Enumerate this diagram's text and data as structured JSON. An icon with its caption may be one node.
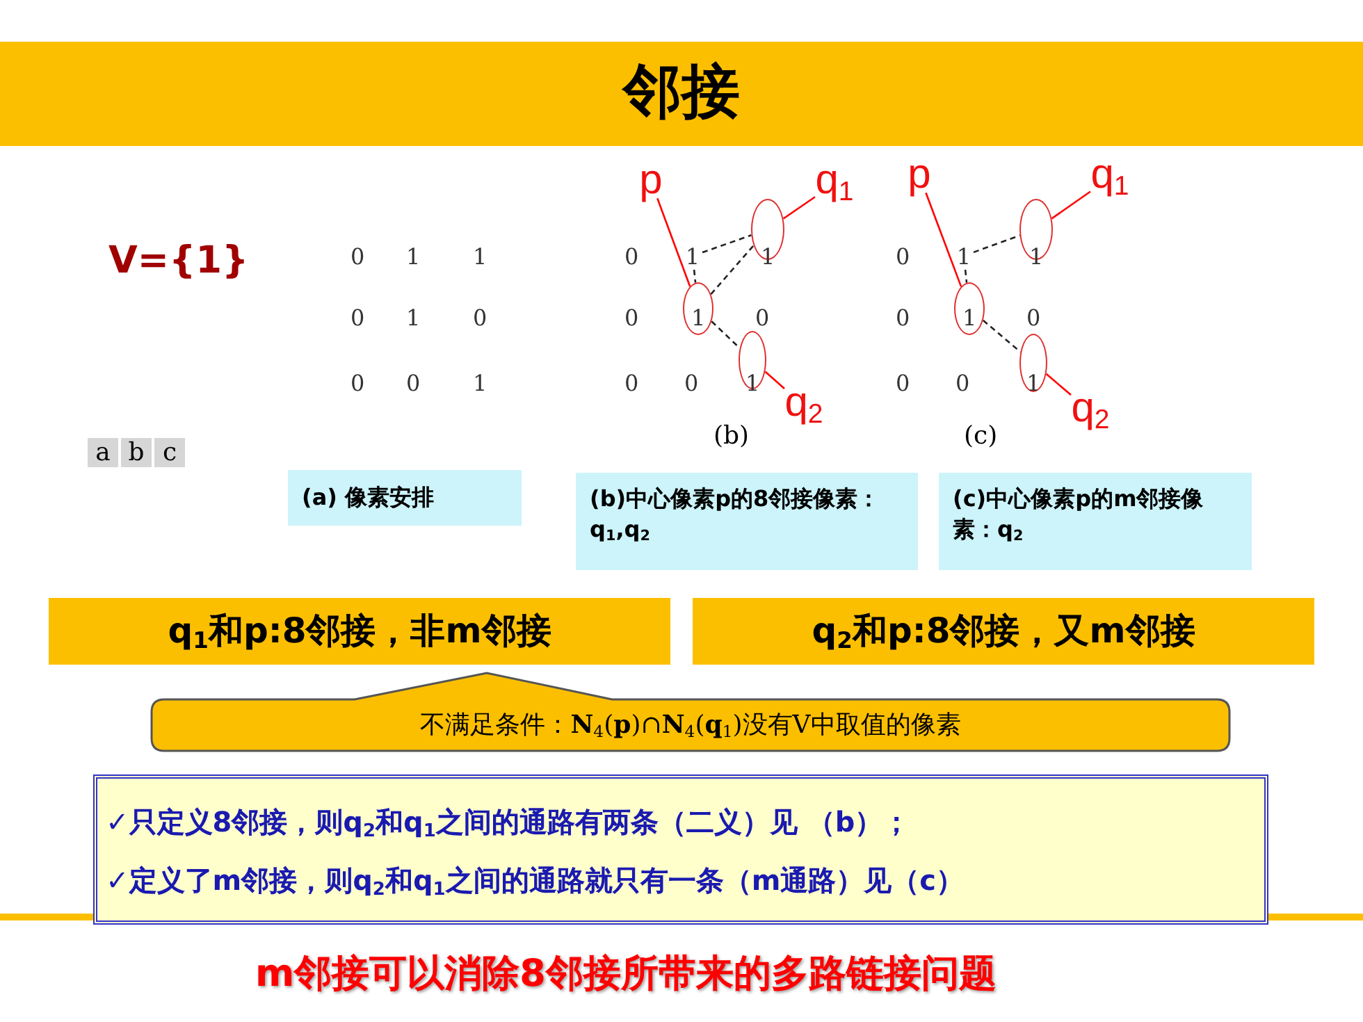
{
  "diagram": {
    "title": "邻接",
    "nodes": [
      {
        "text": [
          "p"
        ]
      },
      {
        "text": [
          "q$_{1}$"
        ]
      },
      {
        "text": [
          "q$_{2}$"
        ]
      },
      {
        "text": [],
        "shape": "ellipse"
      },
      {
        "text": [],
        "shape": "ellipse"
      },
      {
        "text": [],
        "shape": "ellipse"
      },
      {
        "text": [
          "p"
        ]
      },
      {
        "text": [
          "q$_{1}$"
        ]
      },
      {
        "text": [
          "q$_{2}$"
        ]
      },
      {
        "text": [],
        "shape": "ellipse"
      },
      {
        "text": [],
        "shape": "ellipse"
      },
      {
        "text": [],
        "shape": "ellipse"
      },
      {
        "text": [
          "(a) 像素安排"
        ]
      },
      {
        "text": [
          "(b)中心像素p的8邻接像素：q$_{1}$,q$_{2}$"
        ]
      },
      {
        "text": [
          "(c)中心像素p的m邻接像素：q$_{2}$"
        ]
      },
      {
        "text": [
          "q$_{1}$和p:8邻接，非m邻接"
        ]
      },
      {
        "text": [
          "q$_{2}$和p:8邻接，又m邻接"
        ]
      },
      {
        "text": [
          "不满足条件：**N**$_{4}$(**p**)∩**N**$_{4}$(**q**$_{1}$)没有V中取值的像素"
        ]
      },
      {
        "text": [
          "✓只定义8邻接，则q$_{2}$和q$_{1}$之间的通路有两条（二义）见 （b）；",
          "✓定义了m邻接，则q$_{2}$和q$_{1}$之间的通路就只有一条（m通路）见（c）"
        ]
      },
      {
        "text": [
          "1"
        ]
      },
      {
        "text": [
          "1"
        ]
      }
    ],
    "edges": [
      {
        "from": 0,
        "to": 3,
        "arrow": "none",
        "color": "#ff0000"
      },
      {
        "from": 1,
        "to": 4,
        "arrow": "none",
        "color": "#ff0000"
      },
      {
        "from": 2,
        "to": 5,
        "arrow": "none",
        "color": "#ff0000"
      },
      {
        "from": 6,
        "to": 9,
        "arrow": "none",
        "color": "#ff0000"
      },
      {
        "from": 7,
        "to": 10,
        "arrow": "none",
        "color": "#ff0000"
      },
      {
        "from": 8,
        "to": 11,
        "arrow": "none",
        "color": "#ff0000"
      },
      {
        "from": 19,
        "to": 4,
        "arrow": "none",
        "style": "dashed"
      },
      {
        "from": 19,
        "to": 3,
        "arrow": "none",
        "style": "dashed"
      },
      {
        "from": 3,
        "to": 4,
        "arrow": "none",
        "style": "dashed"
      },
      {
        "from": 3,
        "to": 5,
        "arrow": "none",
        "style": "dashed"
      },
      {
        "from": 20,
        "to": 10,
        "arrow": "none",
        "style": "dashed"
      },
      {
        "from": 20,
        "to": 9,
        "arrow": "none",
        "style": "dashed"
      },
      {
        "from": 9,
        "to": 11,
        "arrow": "none",
        "style": "dashed"
      }
    ],
    "labels": [
      "V={1}",
      "0",
      "1",
      "1",
      "0",
      "1",
      "0",
      "0",
      "0",
      "1",
      "0",
      "1",
      "0",
      "1",
      "0",
      "0",
      "0",
      "1",
      "(b)",
      "0",
      "1",
      "0",
      "1",
      "0",
      "0",
      "0",
      "1",
      "(c)",
      "a",
      "b",
      "c",
      "m邻接可以消除8邻接所带来的多路链接问题"
    ]
  }
}
